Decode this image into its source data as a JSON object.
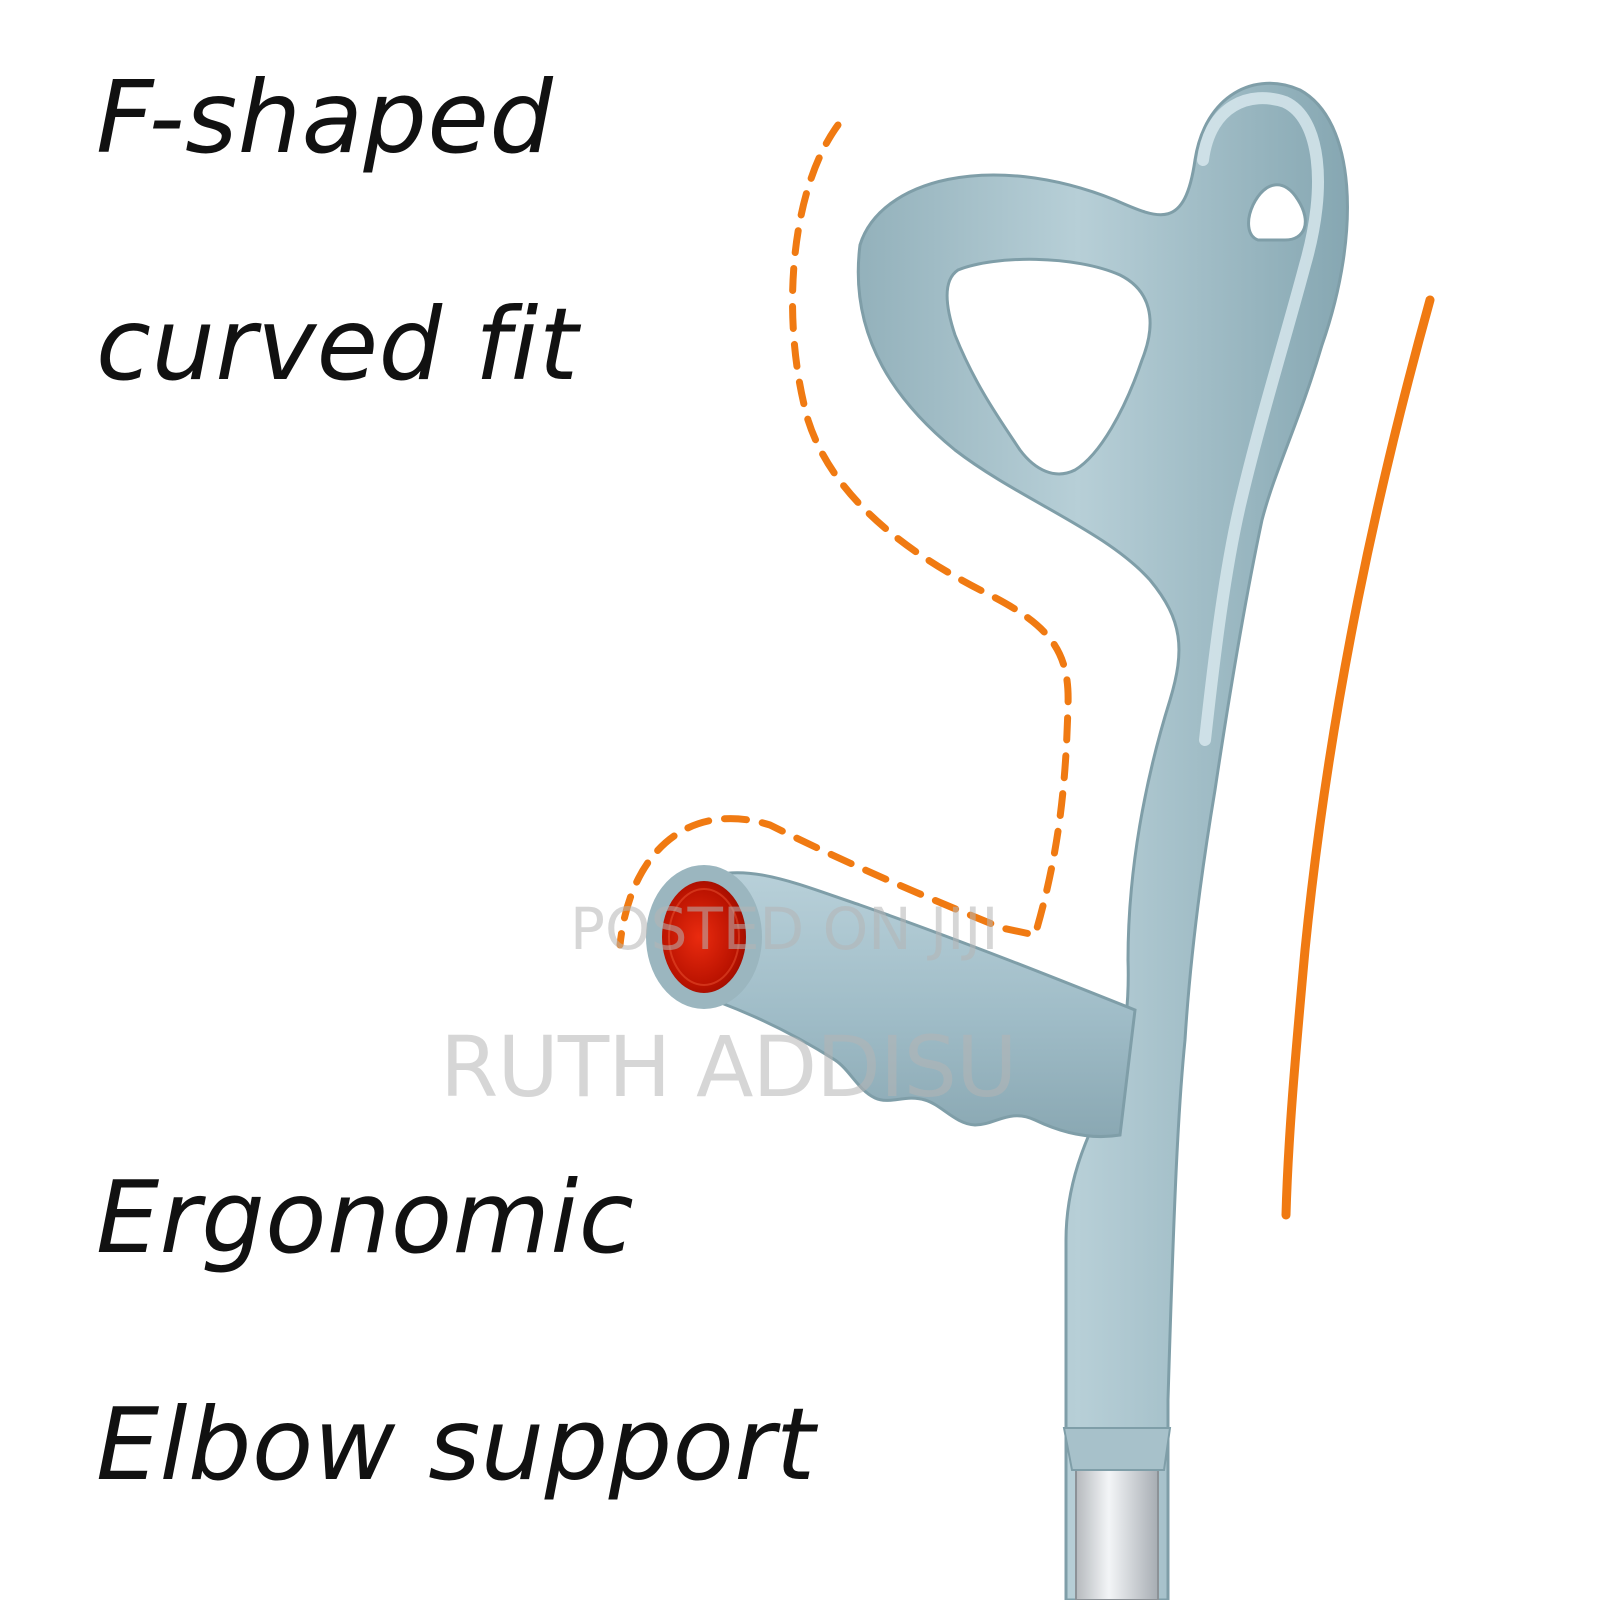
{
  "headline": {
    "line1": "F-shaped",
    "line2": "curved fit",
    "line3": "Ergonomic",
    "line4": "Elbow support"
  },
  "watermark": {
    "line1": "POSTED ON JIJI",
    "line2": "RUTH ADDISU"
  },
  "colors": {
    "background": "#ffffff",
    "text": "#111111",
    "crutch_body": "#a9c3cc",
    "crutch_shadow": "#7e9ea8",
    "crutch_highlight": "#d8e8ee",
    "accent_orange": "#f07a12",
    "grip_red": "#c21a00",
    "metal": "#c9cdd1"
  },
  "icons": {
    "product": "elbow-crutch-illustration"
  }
}
